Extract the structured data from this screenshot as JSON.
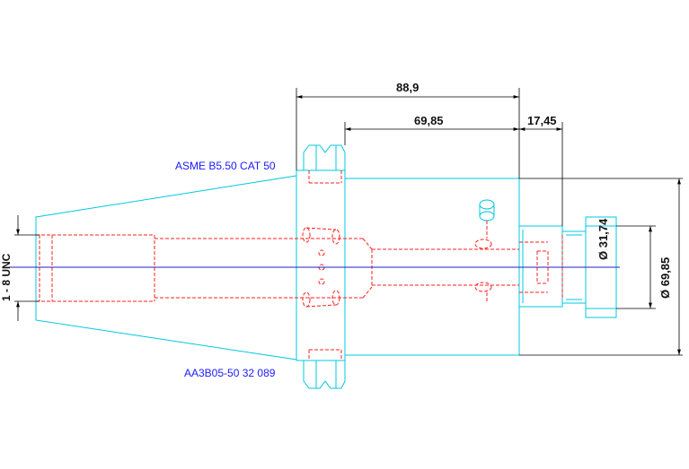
{
  "labels": {
    "standard": "ASME B5.50 CAT 50",
    "part_number": "AA3B05-50 32 089",
    "thread": "1 - 8 UNC"
  },
  "dimensions": {
    "overall_length": "88,9",
    "body_length": "69,85",
    "bore_depth": "17,45",
    "bore_diameter": "Ø  31,74",
    "body_diameter": "Ø  69,85"
  },
  "colors": {
    "outline": "#00c8e0",
    "hidden": "#ff2020",
    "centerline": "#2020c0",
    "dimension": "#000000",
    "label": "#1a1aff"
  }
}
